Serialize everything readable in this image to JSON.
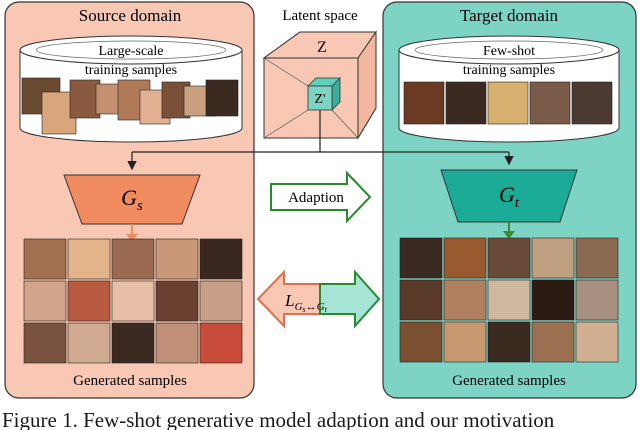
{
  "source": {
    "title": "Source domain",
    "cylinder_label_1": "Large-scale",
    "cylinder_label_2": "training samples",
    "generator": "G",
    "generator_sub": "s",
    "footer": "Generated samples",
    "fill_color": "#f8c8b4",
    "generator_color": "#f08c60"
  },
  "target": {
    "title": "Target domain",
    "cylinder_label_1": "Few-shot",
    "cylinder_label_2": "training samples",
    "generator": "G",
    "generator_sub": "t",
    "footer": "Generated samples",
    "fill_color": "#7ed4c4",
    "generator_color": "#1aaa96"
  },
  "latent": {
    "title": "Latent space",
    "z_label": "Z",
    "z_prime_label": "Z'"
  },
  "adaption_label": "Adaption",
  "loss": {
    "symbol": "L",
    "subscript": "G",
    "sub_a": "s",
    "arrow": "↔",
    "sub_b": "t"
  },
  "caption": "Figure 1. Few-shot generative model adaption and our motivation"
}
